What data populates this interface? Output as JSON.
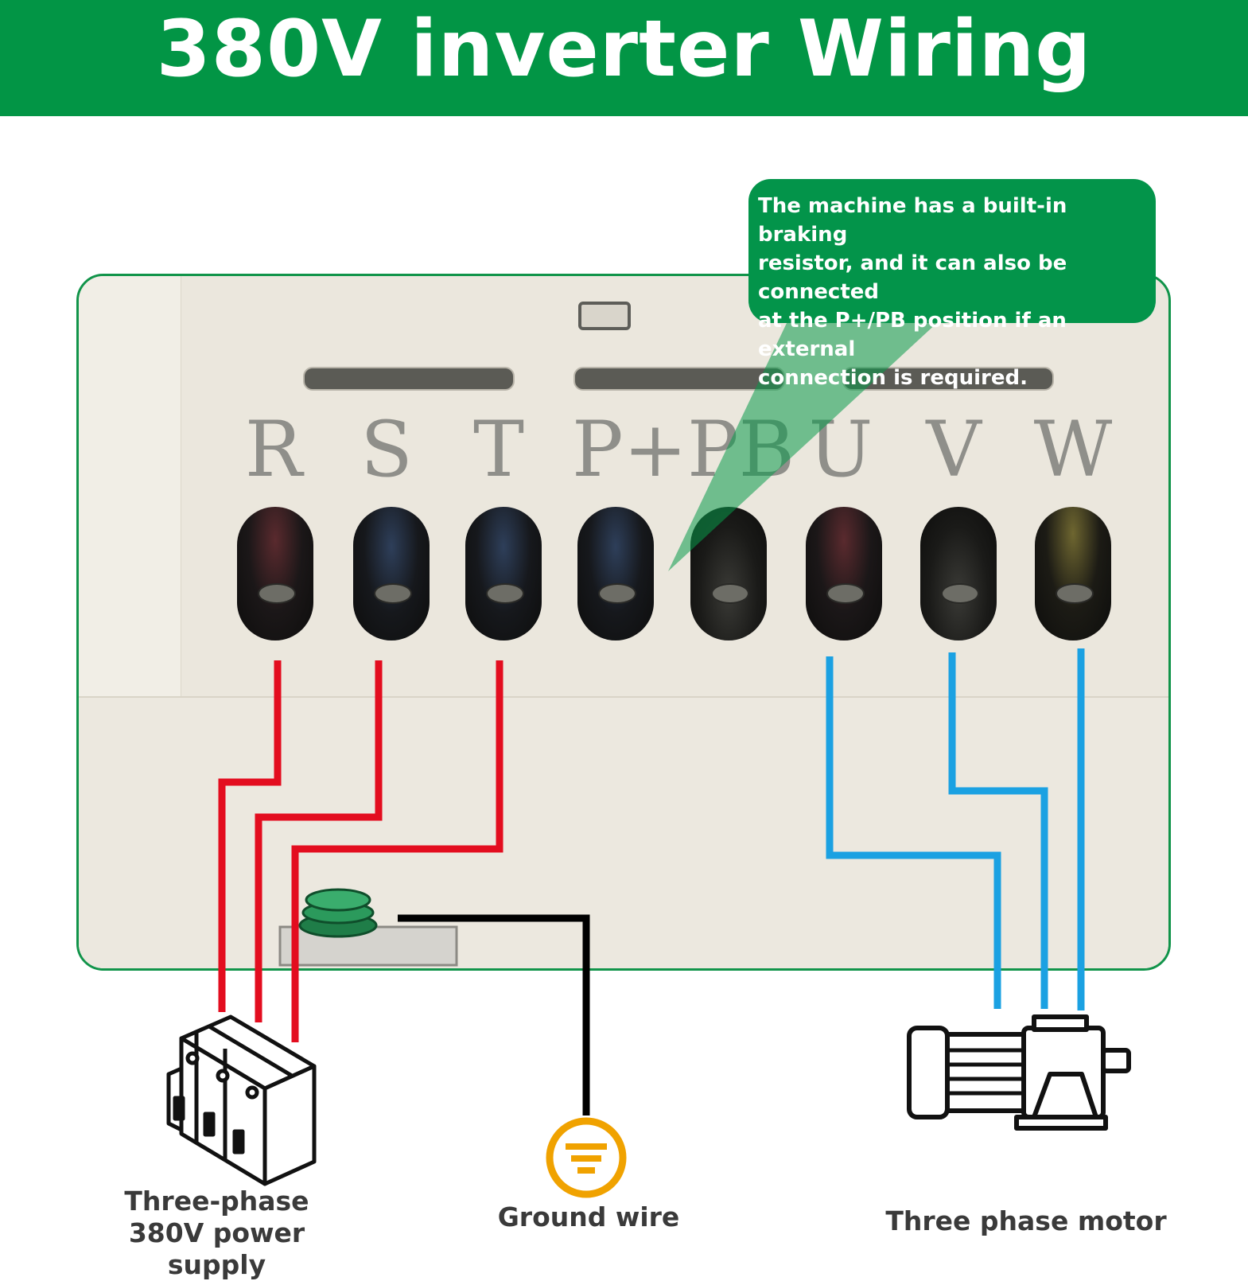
{
  "title": "380V inverter Wiring",
  "callout": {
    "lines": [
      "The machine has a built-in braking",
      "resistor, and it can also be connected",
      "at the P+/PB position if an external",
      "connection is required."
    ]
  },
  "terminals": [
    "R",
    "S",
    "T",
    "P+",
    "PB",
    "U",
    "V",
    "W"
  ],
  "labels": {
    "power_line1": "Three-phase",
    "power_line2": "380V power supply",
    "ground": "Ground wire",
    "motor": "Three phase motor"
  },
  "colors": {
    "banner": "#029545",
    "callout": "#03944a",
    "power_wire": "#e30d1f",
    "motor_wire": "#1ba1e2",
    "ground_wire": "#000000",
    "ground_symbol": "#f0a200"
  },
  "icons": {
    "power": "circuit-breaker-icon",
    "ground": "ground-symbol-icon",
    "motor": "three-phase-motor-icon"
  }
}
